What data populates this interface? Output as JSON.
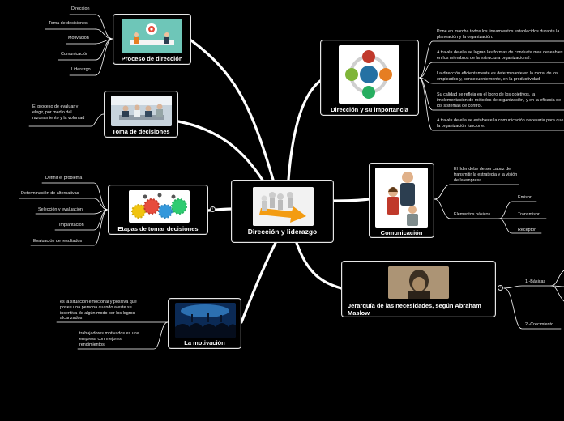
{
  "central": {
    "title": "Dirección y liderazgo",
    "image": "business-figures-on-orange-arrow"
  },
  "topics": {
    "proceso": {
      "title": "Proceso de dirección",
      "image": "team-meeting-illustration",
      "leaves": [
        "Direccion",
        "Toma de decisiones",
        "Motivación",
        "Comunicación",
        "Liderazgo"
      ]
    },
    "toma": {
      "title": "Toma de decisiones",
      "image": "office-meeting-photo",
      "leaves": [
        "El proceso de evaluar y elegir, por medio del razonamiento y la voluntad"
      ]
    },
    "etapas": {
      "title": "Etapas de tomar decisiones",
      "image": "colored-gears-with-people",
      "leaves": [
        "Definir el problema",
        "Determinación de alternativas",
        "Selección y evaluación",
        "Implantación",
        "Evaluación de resultados"
      ]
    },
    "motivacion": {
      "title": "La motivación",
      "image": "concert-crowd-photo",
      "leaves": [
        "es la situación emocional y positiva que posee una persona cuando a este se incentiva de algún modo por los logros alcanzados",
        "trabajadores motivados es una empresa con mejores rendimientos"
      ]
    },
    "importancia": {
      "title": "Dirección y su importancia",
      "image": "management-cycle-diagram",
      "leaves": [
        "Pone en marcha todos los lineamientos establecidos durante la planeación y la organización.",
        "A través de ella se logran las formas de conducta mas deseables en los miembros de la estructura organizacional.",
        "La dirección eficientemente es determinante en la moral de los empleados y, consecuentemente, en la productividad.",
        "Su calidad se refleja en el logro de los objetivos, la implementacion de métodos de organización, y en la eficacia de los sistemas de control.",
        "A través de ella se establece la comunicación necesaria para que la organización funcione."
      ]
    },
    "comunicacion": {
      "title": "Comunicación",
      "image": "business-people-illustration",
      "leaves": [
        "El líder debe de ser capaz de transmitir la estrategia y la visión de la empresa",
        "Elementos básicos"
      ],
      "sub": [
        "Emisor",
        "Transmisor",
        "Receptor"
      ]
    },
    "jerarquia": {
      "title": "Jerarquía de las necesidades, según Abraham Maslow",
      "image": "abraham-maslow-portrait",
      "leaves": [
        "1.-Básicas",
        "2.-Crecimiento"
      ]
    }
  },
  "colors": {
    "background": "#000000",
    "line": "#ffffff",
    "border": "#e6e6e6"
  }
}
